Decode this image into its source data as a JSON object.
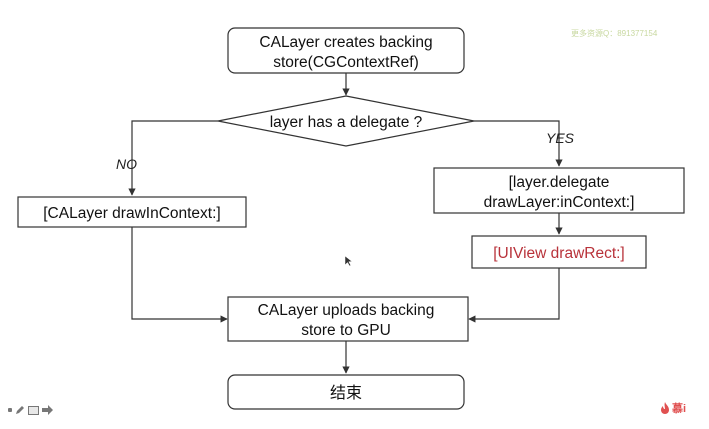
{
  "diagram": {
    "nodes": {
      "start": [
        "CALayer creates backing",
        "store(CGContextRef)"
      ],
      "decision": "layer has a delegate ?",
      "draw_in_context": "[CALayer drawInContext:]",
      "delegate_draw": [
        "[layer.delegate",
        "drawLayer:inContext:]"
      ],
      "uiview_draw": "[UIView drawRect:]",
      "upload": [
        "CALayer uploads backing",
        "store to GPU"
      ],
      "end": "结束"
    },
    "edge_labels": {
      "no": "NO",
      "yes": "YES"
    }
  },
  "watermark": "更多资源Q：891377154",
  "brand": {
    "icon": "flame-icon",
    "text": "慕i"
  },
  "toolbar": {
    "icons": [
      "dot-icon",
      "pen-icon",
      "slides-icon",
      "next-arrow-icon"
    ]
  },
  "colors": {
    "stroke": "#333333",
    "text": "#111111",
    "highlight": "#b8323a",
    "brand": "#e05050"
  }
}
